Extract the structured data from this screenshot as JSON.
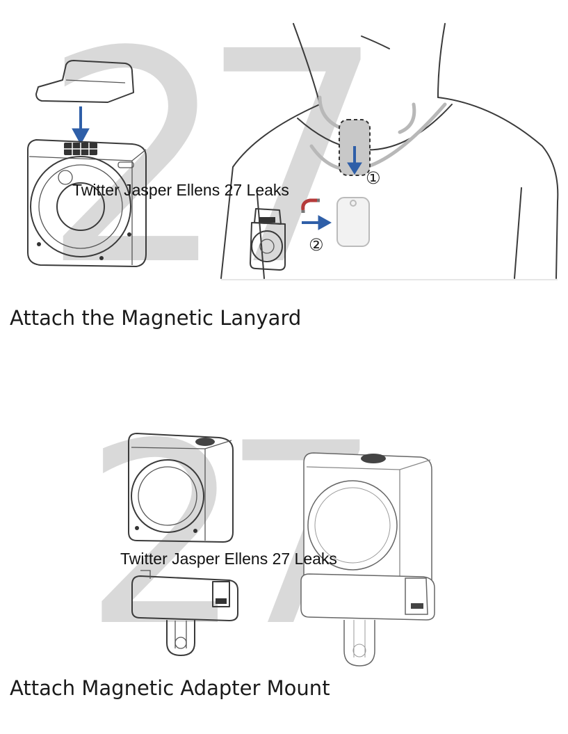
{
  "watermark": {
    "number_top": "27",
    "number_bottom": "27",
    "overlay_top": "Twitter Jasper Ellens 27 Leaks",
    "overlay_bottom": "Twitter Jasper Ellens 27 Leaks"
  },
  "sections": [
    {
      "caption": "Attach the Magnetic Lanyard",
      "steps": [
        "①",
        "②"
      ]
    },
    {
      "caption": "Attach Magnetic Adapter Mount"
    }
  ],
  "colors": {
    "arrow": "#2f5fa8",
    "watermark": "#d9d9d9",
    "lanyard": "#b8b8b8"
  },
  "icons": [
    "magnet-icon"
  ]
}
